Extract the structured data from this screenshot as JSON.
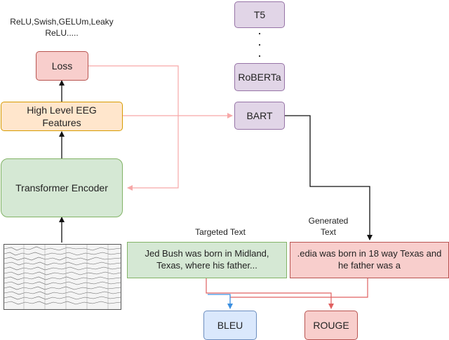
{
  "activations_label": "ReLU,Swish,GELUm,Leaky ReLU.....",
  "loss": "Loss",
  "features": "High Level EEG Features",
  "encoder": "Transformer Encoder",
  "models": [
    "T5",
    "RoBERTa",
    "BART"
  ],
  "ellipsis_dot": ".",
  "targeted_label": "Targeted Text",
  "generated_label": "Generated Text",
  "targeted_text": "Jed Bush was born in Midland, Texas, where his father...",
  "generated_text": ".edia was born in 18 way Texas and he father was a",
  "metrics": [
    "BLEU",
    "ROUGE"
  ],
  "colors": {
    "loss_fill": "#f8cecc",
    "loss_border": "#b85450",
    "features_fill": "#ffe6cc",
    "features_border": "#d79b00",
    "encoder_fill": "#d5e8d4",
    "encoder_border": "#82b366",
    "model_fill": "#e1d5e7",
    "model_border": "#9673a6",
    "targeted_fill": "#d5e8d4",
    "targeted_border": "#82b366",
    "generated_fill": "#f8cecc",
    "generated_border": "#b85450",
    "bleu_fill": "#dae8fc",
    "bleu_border": "#6c8ebf",
    "rouge_fill": "#f8cecc",
    "rouge_border": "#b85450",
    "pink_line": "#f7a8a8",
    "red_line": "#e06060",
    "blue_line": "#3b8fe0"
  },
  "eeg_icon": "eeg-signal-thumbnail"
}
